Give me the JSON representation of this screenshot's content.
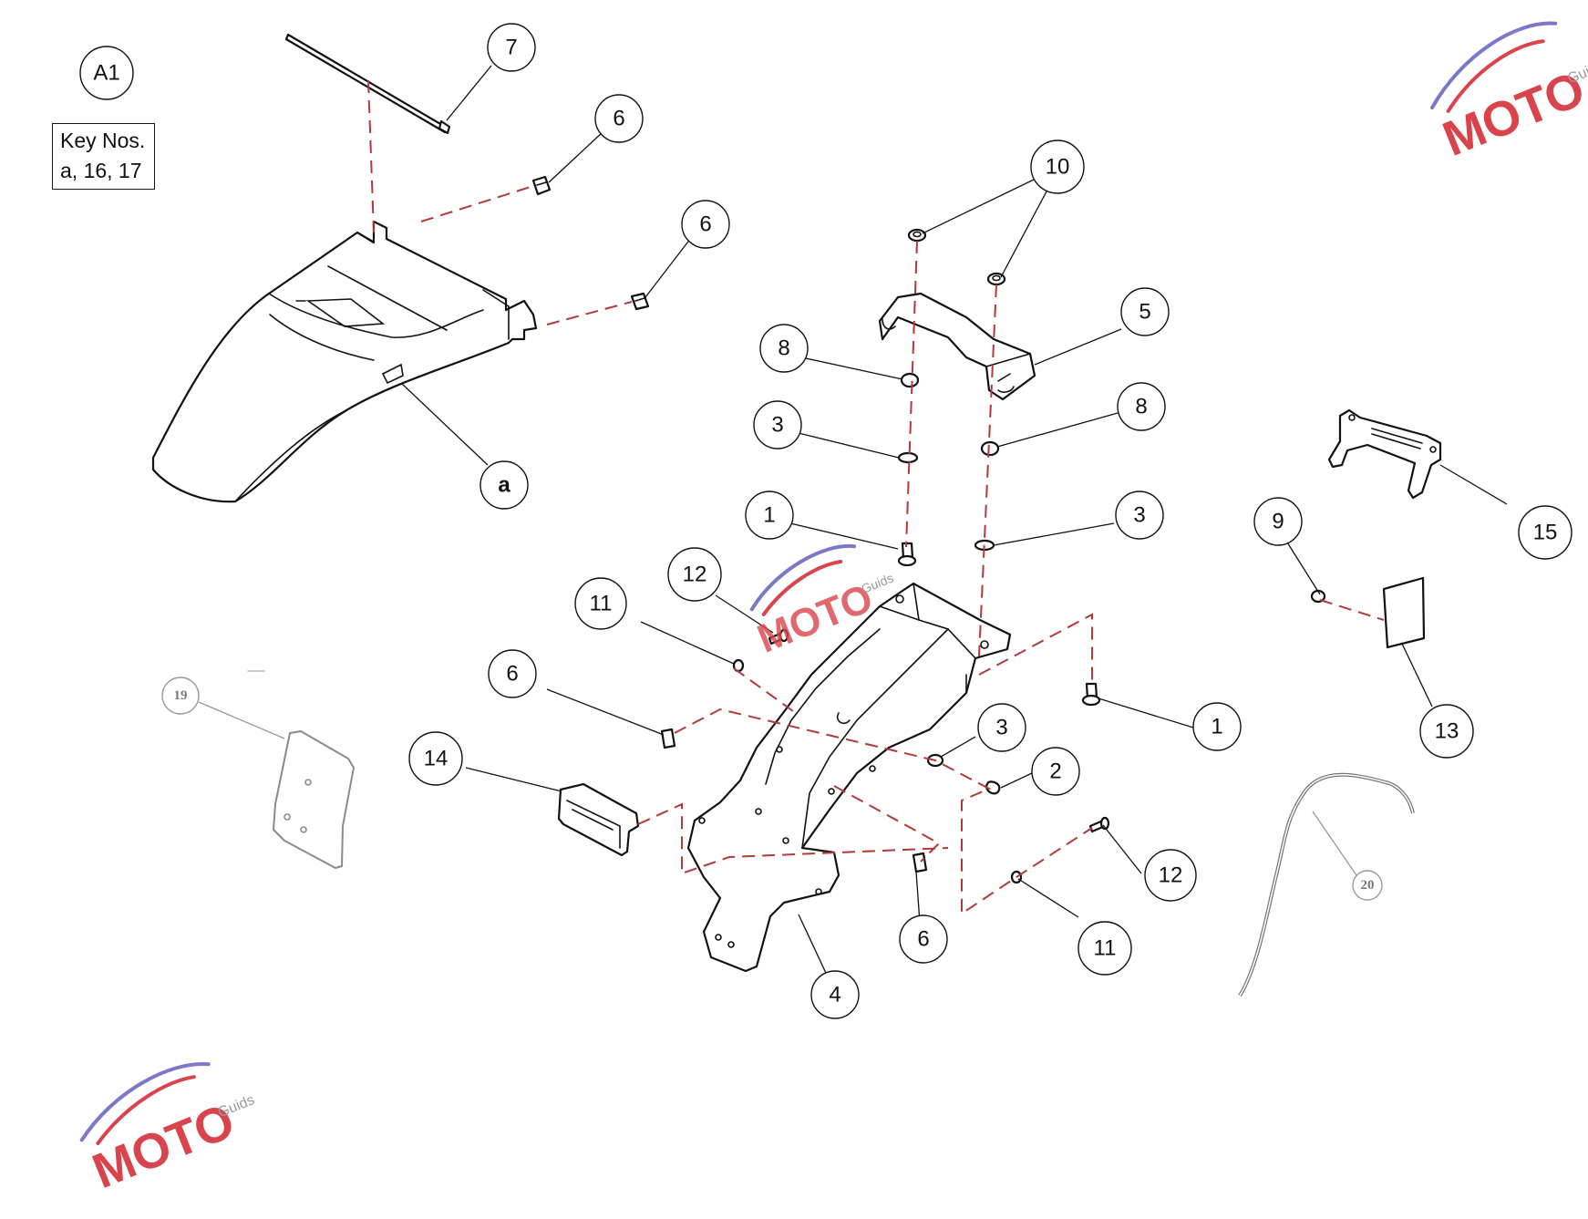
{
  "figure_id": "A1",
  "key_box": {
    "line1": "Key Nos.",
    "line2": "a, 16, 17"
  },
  "callouts": {
    "c7": "7",
    "c6a": "6",
    "c6b": "6",
    "ca": "a",
    "c10": "10",
    "c5": "5",
    "c8a": "8",
    "c8b": "8",
    "c3a": "3",
    "c3b": "3",
    "c3c": "3",
    "c1a": "1",
    "c1b": "1",
    "c2": "2",
    "c12a": "12",
    "c12b": "12",
    "c11a": "11",
    "c11b": "11",
    "c6c": "6",
    "c6d": "6",
    "c14": "14",
    "c4": "4",
    "c9": "9",
    "c13": "13",
    "c15": "15",
    "c19": "19",
    "c20": "20"
  },
  "watermark": {
    "text": "MOTO",
    "subtext": "Guids",
    "colors": {
      "red": "#d9434b",
      "blue": "#7b78c9",
      "grey": "#9a9a9a"
    }
  },
  "colors": {
    "line": "#111111",
    "dash": "#b23a36",
    "faded": "#999999"
  }
}
